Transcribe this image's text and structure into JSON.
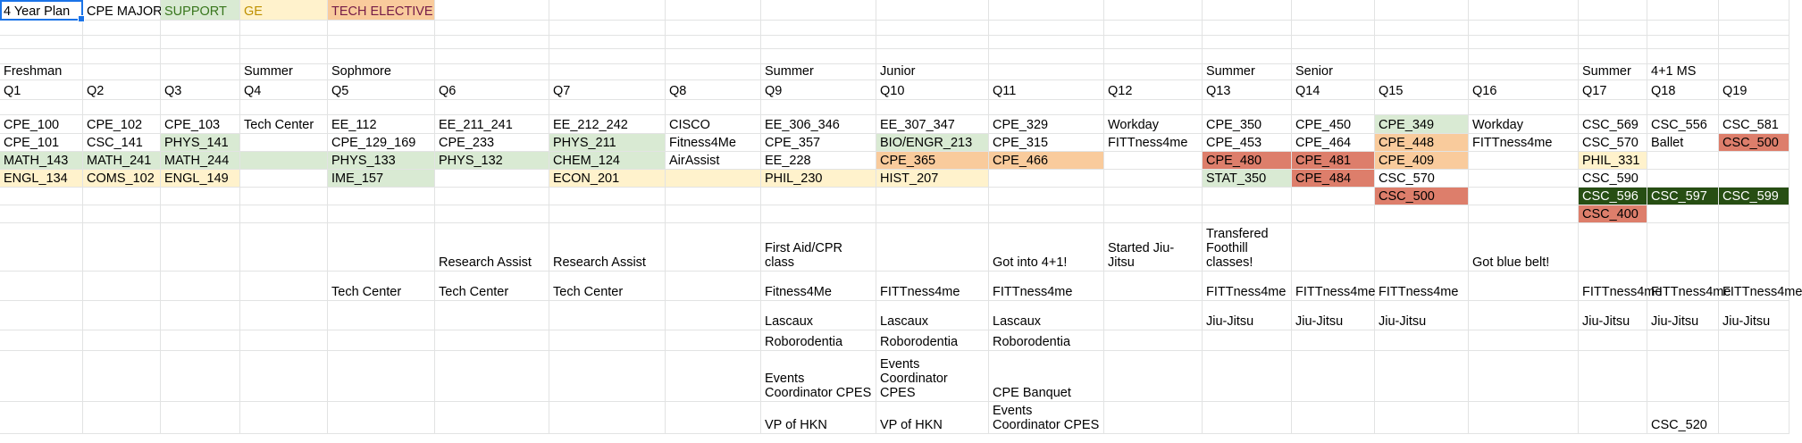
{
  "colors": {
    "support": "#d9ead3",
    "ge": "#fff2cc",
    "tech_elective": "#f9cb9c",
    "red": "#dd7e6b",
    "dark_green": "#274e13",
    "legend_support_text": "#38761d",
    "legend_ge_text": "#bf9000",
    "legend_tech_text": "#741b47",
    "selection": "#1a73e8"
  },
  "cells": [
    {
      "r": 0,
      "c": 0,
      "v": "4 Year Plan",
      "sel": true
    },
    {
      "r": 0,
      "c": 1,
      "v": "CPE MAJOR"
    },
    {
      "r": 0,
      "c": 2,
      "v": "SUPPORT",
      "bg": "support",
      "fg": "legend_support_text"
    },
    {
      "r": 0,
      "c": 3,
      "v": "GE",
      "bg": "ge",
      "fg": "legend_ge_text"
    },
    {
      "r": 0,
      "c": 4,
      "v": "TECH ELECTIVE",
      "bg": "tech_elective",
      "fg": "legend_tech_text"
    },
    {
      "r": 4,
      "c": 0,
      "v": "Freshman"
    },
    {
      "r": 4,
      "c": 3,
      "v": "Summer"
    },
    {
      "r": 4,
      "c": 4,
      "v": "Sophmore"
    },
    {
      "r": 4,
      "c": 8,
      "v": "Summer"
    },
    {
      "r": 4,
      "c": 9,
      "v": "Junior"
    },
    {
      "r": 4,
      "c": 12,
      "v": "Summer"
    },
    {
      "r": 4,
      "c": 13,
      "v": "Senior"
    },
    {
      "r": 4,
      "c": 16,
      "v": "Summer"
    },
    {
      "r": 4,
      "c": 17,
      "v": "4+1 MS"
    },
    {
      "r": 5,
      "c": 0,
      "v": "Q1"
    },
    {
      "r": 5,
      "c": 1,
      "v": "Q2"
    },
    {
      "r": 5,
      "c": 2,
      "v": "Q3"
    },
    {
      "r": 5,
      "c": 3,
      "v": "Q4"
    },
    {
      "r": 5,
      "c": 4,
      "v": "Q5"
    },
    {
      "r": 5,
      "c": 5,
      "v": "Q6"
    },
    {
      "r": 5,
      "c": 6,
      "v": "Q7"
    },
    {
      "r": 5,
      "c": 7,
      "v": "Q8"
    },
    {
      "r": 5,
      "c": 8,
      "v": "Q9"
    },
    {
      "r": 5,
      "c": 9,
      "v": "Q10"
    },
    {
      "r": 5,
      "c": 10,
      "v": "Q11"
    },
    {
      "r": 5,
      "c": 11,
      "v": "Q12"
    },
    {
      "r": 5,
      "c": 12,
      "v": "Q13"
    },
    {
      "r": 5,
      "c": 13,
      "v": "Q14"
    },
    {
      "r": 5,
      "c": 14,
      "v": "Q15"
    },
    {
      "r": 5,
      "c": 15,
      "v": "Q16"
    },
    {
      "r": 5,
      "c": 16,
      "v": "Q17"
    },
    {
      "r": 5,
      "c": 17,
      "v": "Q18"
    },
    {
      "r": 5,
      "c": 18,
      "v": "Q19"
    },
    {
      "r": 7,
      "c": 0,
      "v": "CPE_100"
    },
    {
      "r": 7,
      "c": 1,
      "v": "CPE_102"
    },
    {
      "r": 7,
      "c": 2,
      "v": "CPE_103"
    },
    {
      "r": 7,
      "c": 3,
      "v": "Tech Center"
    },
    {
      "r": 7,
      "c": 4,
      "v": "EE_112"
    },
    {
      "r": 7,
      "c": 5,
      "v": "EE_211_241"
    },
    {
      "r": 7,
      "c": 6,
      "v": "EE_212_242"
    },
    {
      "r": 7,
      "c": 7,
      "v": "CISCO"
    },
    {
      "r": 7,
      "c": 8,
      "v": "EE_306_346"
    },
    {
      "r": 7,
      "c": 9,
      "v": "EE_307_347"
    },
    {
      "r": 7,
      "c": 10,
      "v": "CPE_329"
    },
    {
      "r": 7,
      "c": 11,
      "v": "Workday"
    },
    {
      "r": 7,
      "c": 12,
      "v": "CPE_350"
    },
    {
      "r": 7,
      "c": 13,
      "v": "CPE_450"
    },
    {
      "r": 7,
      "c": 14,
      "v": "CPE_349",
      "bg": "support"
    },
    {
      "r": 7,
      "c": 15,
      "v": "Workday"
    },
    {
      "r": 7,
      "c": 16,
      "v": "CSC_569"
    },
    {
      "r": 7,
      "c": 17,
      "v": "CSC_556"
    },
    {
      "r": 7,
      "c": 18,
      "v": "CSC_581"
    },
    {
      "r": 8,
      "c": 0,
      "v": "CPE_101"
    },
    {
      "r": 8,
      "c": 1,
      "v": "CSC_141"
    },
    {
      "r": 8,
      "c": 2,
      "v": "PHYS_141",
      "bg": "support"
    },
    {
      "r": 8,
      "c": 4,
      "v": "CPE_129_169"
    },
    {
      "r": 8,
      "c": 5,
      "v": "CPE_233"
    },
    {
      "r": 8,
      "c": 6,
      "v": "PHYS_211",
      "bg": "support"
    },
    {
      "r": 8,
      "c": 7,
      "v": "Fitness4Me"
    },
    {
      "r": 8,
      "c": 8,
      "v": "CPE_357"
    },
    {
      "r": 8,
      "c": 9,
      "v": "BIO/ENGR_213",
      "bg": "support"
    },
    {
      "r": 8,
      "c": 10,
      "v": "CPE_315"
    },
    {
      "r": 8,
      "c": 11,
      "v": "FITTness4me"
    },
    {
      "r": 8,
      "c": 12,
      "v": "CPE_453"
    },
    {
      "r": 8,
      "c": 13,
      "v": "CPE_464"
    },
    {
      "r": 8,
      "c": 14,
      "v": "CPE_448",
      "bg": "tech_elective"
    },
    {
      "r": 8,
      "c": 15,
      "v": "FITTness4me"
    },
    {
      "r": 8,
      "c": 16,
      "v": "CSC_570"
    },
    {
      "r": 8,
      "c": 17,
      "v": "Ballet"
    },
    {
      "r": 8,
      "c": 18,
      "v": "CSC_500",
      "bg": "red"
    },
    {
      "r": 9,
      "c": 0,
      "v": "MATH_143",
      "bg": "support"
    },
    {
      "r": 9,
      "c": 1,
      "v": "MATH_241",
      "bg": "support"
    },
    {
      "r": 9,
      "c": 2,
      "v": "MATH_244",
      "bg": "support"
    },
    {
      "r": 9,
      "c": 3,
      "v": "",
      "bg": "support"
    },
    {
      "r": 9,
      "c": 4,
      "v": "PHYS_133",
      "bg": "support"
    },
    {
      "r": 9,
      "c": 5,
      "v": "PHYS_132",
      "bg": "support"
    },
    {
      "r": 9,
      "c": 6,
      "v": "CHEM_124",
      "bg": "support"
    },
    {
      "r": 9,
      "c": 7,
      "v": "AirAssist"
    },
    {
      "r": 9,
      "c": 8,
      "v": "EE_228"
    },
    {
      "r": 9,
      "c": 9,
      "v": "CPE_365",
      "bg": "tech_elective"
    },
    {
      "r": 9,
      "c": 10,
      "v": "CPE_466",
      "bg": "tech_elective"
    },
    {
      "r": 9,
      "c": 12,
      "v": "CPE_480",
      "bg": "red"
    },
    {
      "r": 9,
      "c": 13,
      "v": "CPE_481",
      "bg": "red"
    },
    {
      "r": 9,
      "c": 14,
      "v": "CPE_409",
      "bg": "tech_elective"
    },
    {
      "r": 9,
      "c": 16,
      "v": "PHIL_331",
      "bg": "ge"
    },
    {
      "r": 10,
      "c": 0,
      "v": "ENGL_134",
      "bg": "ge"
    },
    {
      "r": 10,
      "c": 1,
      "v": "COMS_102",
      "bg": "ge"
    },
    {
      "r": 10,
      "c": 2,
      "v": "ENGL_149",
      "bg": "ge"
    },
    {
      "r": 10,
      "c": 4,
      "v": "IME_157",
      "bg": "support"
    },
    {
      "r": 10,
      "c": 6,
      "v": "ECON_201",
      "bg": "ge"
    },
    {
      "r": 10,
      "c": 7,
      "v": "",
      "bg": "ge"
    },
    {
      "r": 10,
      "c": 8,
      "v": "PHIL_230",
      "bg": "ge"
    },
    {
      "r": 10,
      "c": 9,
      "v": "HIST_207",
      "bg": "ge"
    },
    {
      "r": 10,
      "c": 12,
      "v": "STAT_350",
      "bg": "support"
    },
    {
      "r": 10,
      "c": 13,
      "v": "CPE_484",
      "bg": "red"
    },
    {
      "r": 10,
      "c": 14,
      "v": "CSC_570"
    },
    {
      "r": 10,
      "c": 16,
      "v": "CSC_590"
    },
    {
      "r": 11,
      "c": 14,
      "v": "CSC_500",
      "bg": "red"
    },
    {
      "r": 11,
      "c": 16,
      "v": "CSC_596",
      "bg": "dark_green"
    },
    {
      "r": 11,
      "c": 17,
      "v": "CSC_597",
      "bg": "dark_green"
    },
    {
      "r": 11,
      "c": 18,
      "v": "CSC_599",
      "bg": "dark_green"
    },
    {
      "r": 12,
      "c": 16,
      "v": "CSC_400",
      "bg": "red"
    },
    {
      "r": 13,
      "c": 5,
      "v": "Research Assist"
    },
    {
      "r": 13,
      "c": 6,
      "v": "Research Assist"
    },
    {
      "r": 13,
      "c": 8,
      "v": "First Aid/CPR class",
      "wrap": true
    },
    {
      "r": 13,
      "c": 10,
      "v": "Got into 4+1!"
    },
    {
      "r": 13,
      "c": 11,
      "v": "Started Jiu-Jitsu",
      "wrap": true
    },
    {
      "r": 13,
      "c": 12,
      "v": "Transfered Foothill classes!",
      "wrap": true
    },
    {
      "r": 13,
      "c": 15,
      "v": "Got blue belt!"
    },
    {
      "r": 14,
      "c": 4,
      "v": "Tech Center"
    },
    {
      "r": 14,
      "c": 5,
      "v": "Tech Center"
    },
    {
      "r": 14,
      "c": 6,
      "v": "Tech Center"
    },
    {
      "r": 14,
      "c": 8,
      "v": "Fitness4Me"
    },
    {
      "r": 14,
      "c": 9,
      "v": "FITTness4me"
    },
    {
      "r": 14,
      "c": 10,
      "v": "FITTness4me"
    },
    {
      "r": 14,
      "c": 12,
      "v": "FITTness4me"
    },
    {
      "r": 14,
      "c": 13,
      "v": "FITTness4me"
    },
    {
      "r": 14,
      "c": 14,
      "v": "FITTness4me"
    },
    {
      "r": 14,
      "c": 16,
      "v": "FITTness4me"
    },
    {
      "r": 14,
      "c": 17,
      "v": "FITTness4me"
    },
    {
      "r": 14,
      "c": 18,
      "v": "FITTness4me"
    },
    {
      "r": 15,
      "c": 8,
      "v": "Lascaux"
    },
    {
      "r": 15,
      "c": 9,
      "v": "Lascaux"
    },
    {
      "r": 15,
      "c": 10,
      "v": "Lascaux"
    },
    {
      "r": 15,
      "c": 12,
      "v": "Jiu-Jitsu"
    },
    {
      "r": 15,
      "c": 13,
      "v": "Jiu-Jitsu"
    },
    {
      "r": 15,
      "c": 14,
      "v": "Jiu-Jitsu"
    },
    {
      "r": 15,
      "c": 16,
      "v": "Jiu-Jitsu"
    },
    {
      "r": 15,
      "c": 17,
      "v": "Jiu-Jitsu"
    },
    {
      "r": 15,
      "c": 18,
      "v": "Jiu-Jitsu"
    },
    {
      "r": 16,
      "c": 8,
      "v": "Roborodentia"
    },
    {
      "r": 16,
      "c": 9,
      "v": "Roborodentia"
    },
    {
      "r": 16,
      "c": 10,
      "v": "Roborodentia"
    },
    {
      "r": 17,
      "c": 8,
      "v": "Events Coordinator CPES",
      "wrap": true
    },
    {
      "r": 17,
      "c": 9,
      "v": "Events Coordinator CPES",
      "wrap": true
    },
    {
      "r": 17,
      "c": 10,
      "v": "CPE Banquet"
    },
    {
      "r": 18,
      "c": 8,
      "v": "VP of HKN"
    },
    {
      "r": 18,
      "c": 9,
      "v": "VP of HKN"
    },
    {
      "r": 18,
      "c": 10,
      "v": "Events Coordinator CPES",
      "wrap": true
    },
    {
      "r": 18,
      "c": 17,
      "v": "CSC_520"
    }
  ]
}
